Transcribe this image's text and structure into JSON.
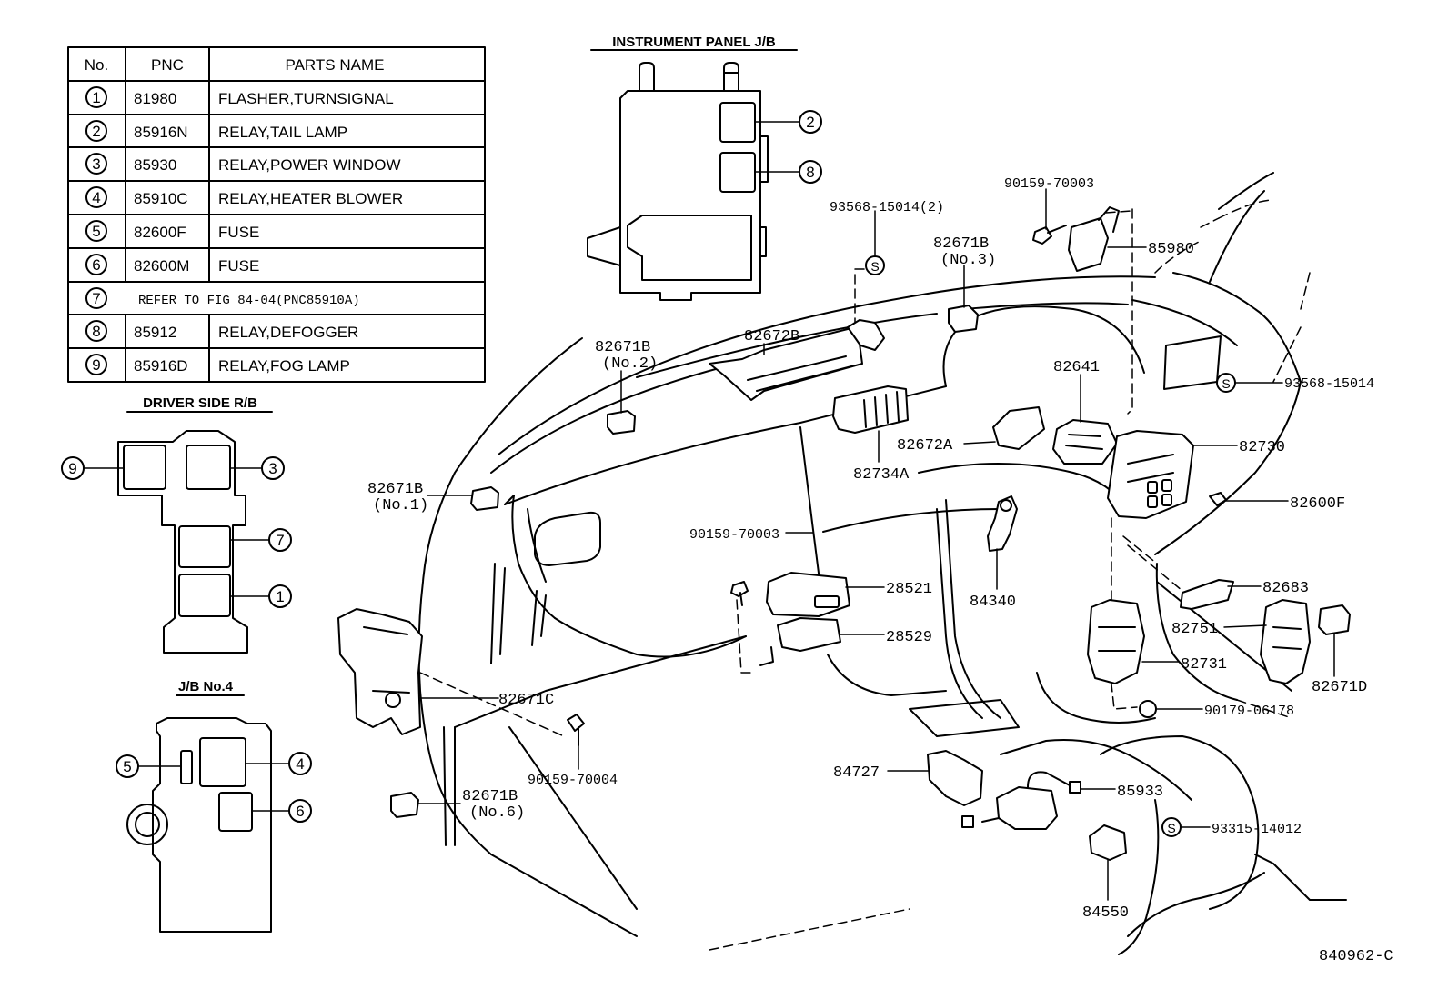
{
  "parts_table": {
    "headers": [
      "No.",
      "PNC",
      "PARTS NAME"
    ],
    "rows": [
      {
        "no": "1",
        "pnc": "81980",
        "name": "FLASHER,TURNSIGNAL"
      },
      {
        "no": "2",
        "pnc": "85916N",
        "name": "RELAY,TAIL LAMP"
      },
      {
        "no": "3",
        "pnc": "85930",
        "name": "RELAY,POWER WINDOW"
      },
      {
        "no": "4",
        "pnc": "85910C",
        "name": "RELAY,HEATER BLOWER"
      },
      {
        "no": "5",
        "pnc": "82600F",
        "name": "FUSE"
      },
      {
        "no": "6",
        "pnc": "82600M",
        "name": "FUSE"
      },
      {
        "no": "7",
        "refer": "REFER TO FIG 84-04(PNC85910A)"
      },
      {
        "no": "8",
        "pnc": "85912",
        "name": "RELAY,DEFOGGER"
      },
      {
        "no": "9",
        "pnc": "85916D",
        "name": "RELAY,FOG LAMP"
      }
    ]
  },
  "section_titles": {
    "instrument_panel_jb": "INSTRUMENT PANEL J/B",
    "driver_side_rb": "DRIVER SIDE R/B",
    "jb_no4": "J/B No.4"
  },
  "callout_numbers": {
    "ip_jb": [
      "2",
      "8"
    ],
    "driver_rb": [
      "9",
      "3",
      "7",
      "1"
    ],
    "jb4": [
      "5",
      "4",
      "6"
    ]
  },
  "screw_symbol": "S",
  "part_labels": {
    "p93568_15014_2": "93568-15014(2)",
    "p90159_70003_top": "90159-70003",
    "p85980": "85980",
    "p82671B_no3_num": "82671B",
    "p82671B_no3_sub": "(No.3)",
    "p82672B": "82672B",
    "p82671B_no2_num": "82671B",
    "p82671B_no2_sub": "(No.2)",
    "p93568_15014": "93568-15014",
    "p82641": "82641",
    "p82672A": "82672A",
    "p82730": "82730",
    "p82734A": "82734A",
    "p82671B_no1_num": "82671B",
    "p82671B_no1_sub": "(No.1)",
    "p82600F": "82600F",
    "p90159_70003_mid": "90159-70003",
    "p28521": "28521",
    "p84340": "84340",
    "p82683": "82683",
    "p82751": "82751",
    "p28529": "28529",
    "p82731": "82731",
    "p82671D": "82671D",
    "p82671C": "82671C",
    "p90179_06178": "90179-06178",
    "p90159_70004": "90159-70004",
    "p84727": "84727",
    "p85933": "85933",
    "p82671B_no6_num": "82671B",
    "p82671B_no6_sub": "(No.6)",
    "p93315_14012": "93315-14012",
    "p84550": "84550"
  },
  "figure_code": "840962-C"
}
